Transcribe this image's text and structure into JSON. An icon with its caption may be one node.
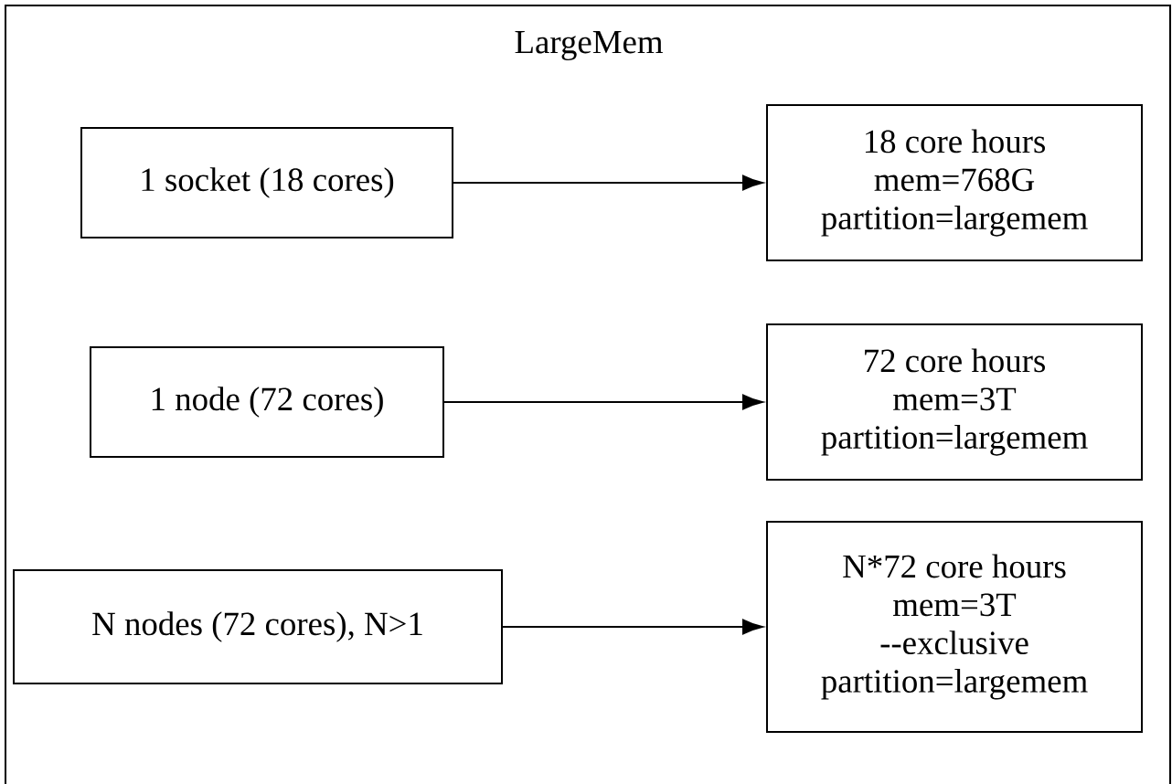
{
  "diagram": {
    "nodes": [
      {
        "text": [
          "LargeMem"
        ]
      },
      {
        "text": [
          "1 socket (18 cores)"
        ],
        "in": 0
      },
      {
        "text": [
          "18 core hours mem=768G partition=largemem"
        ],
        "in": 0
      },
      {
        "text": [
          "1 node (72 cores)"
        ],
        "in": 0
      },
      {
        "text": [
          "72 core hours mem=3T partition=largemem"
        ],
        "in": 0
      },
      {
        "text": [
          "N nodes (72 cores), N>1"
        ],
        "in": 0
      },
      {
        "text": [
          "N*72 core hours mem=3T --exclusive partition=largemem"
        ],
        "in": 0
      }
    ],
    "edges": [
      {
        "from": 1,
        "to": 2,
        "arrow": "to"
      },
      {
        "from": 3,
        "to": 4,
        "arrow": "to"
      },
      {
        "from": 5,
        "to": 6,
        "arrow": "to"
      }
    ]
  }
}
